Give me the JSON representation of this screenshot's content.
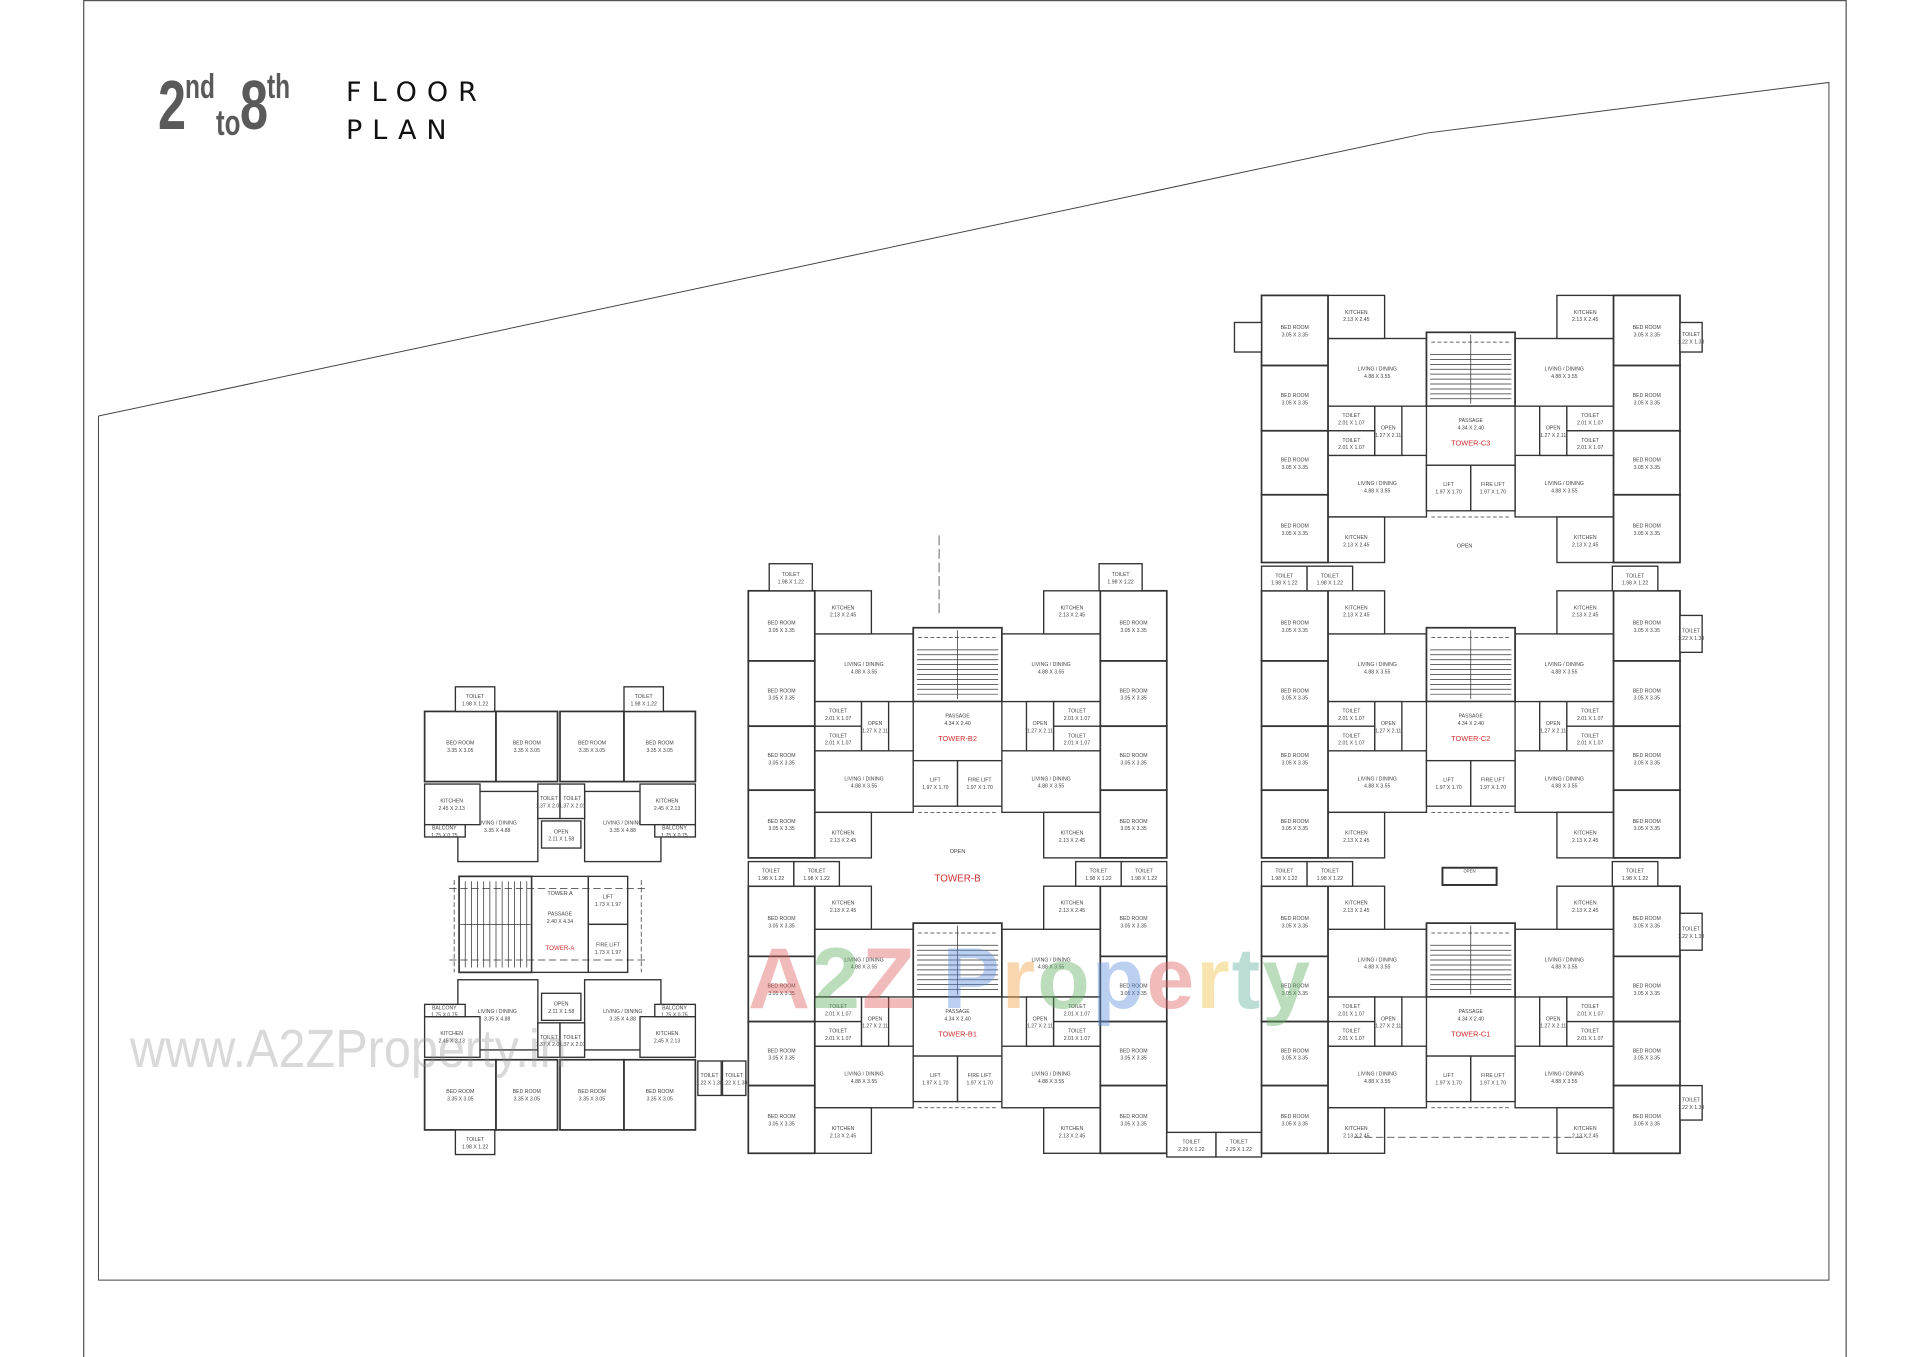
{
  "title": {
    "from_num": "2",
    "from_suffix": "nd",
    "to": "to",
    "to_num": "8",
    "to_suffix": "th",
    "line1": "FLOOR",
    "line2": "PLAN"
  },
  "watermark": {
    "url": "www.A2ZProperty.in",
    "logo": "A2Z Property",
    "logo_colors": [
      "#e06060",
      "#60b060",
      "#e06060",
      "#ffffff",
      "#6090e0",
      "#f0a040",
      "#60b060",
      "#6090e0",
      "#e06060",
      "#f0c040",
      "#60b0a0",
      "#60b060"
    ]
  },
  "rooms": {
    "bed": "BED ROOM",
    "kitchen": "KITCHEN",
    "living": "LIVING / DINING",
    "toilet": "TOILET",
    "open": "OPEN",
    "passage": "PASSAGE",
    "lift": "LIFT",
    "fire_lift": "FIRE LIFT",
    "balcony": "BALCONY"
  },
  "dims_b_c": {
    "bed": "3.05 X 3.35",
    "kitchen": "2.13 X 2.45",
    "living": "4.88 X 3.55",
    "toilet": "2.01 X 1.07",
    "open": "1.27 X 2.11",
    "passage": "4.34 X 2.40",
    "lift": "1.97 X 1.70",
    "band_toilet": "1.98 X 1.22",
    "side_toilet": "1.22 X 1.38",
    "link_toilet": "2.29 X 1.22"
  },
  "dims_a": {
    "bed": "3.35 X 3.05",
    "kitchen": "2.45 X 2.13",
    "living": "3.35 X 4.88",
    "toilet": "1.37 X 2.01",
    "open": "2.11 X 1.58",
    "balcony": "1.75 X 0.75",
    "passage": "2.40 X 4.34",
    "lift": "1.73 X 1.97",
    "top_toilet": "1.98 X 1.22",
    "link_toilet": "1.22 X 1.38"
  },
  "towers": {
    "a": {
      "label": "TOWER-A",
      "core_label": "TOWER A"
    },
    "b": {
      "label": "TOWER-B",
      "open": "OPEN",
      "cores": [
        "TOWER-B2",
        "TOWER-B1"
      ]
    },
    "c": {
      "open": "OPEN",
      "cores": [
        "TOWER-C3",
        "TOWER-C2",
        "TOWER-C1"
      ],
      "open_box": "OPEN"
    }
  },
  "colors": {
    "wall": "#333333",
    "tower_label": "#d03030",
    "title_grey": "#5a5a5a"
  }
}
